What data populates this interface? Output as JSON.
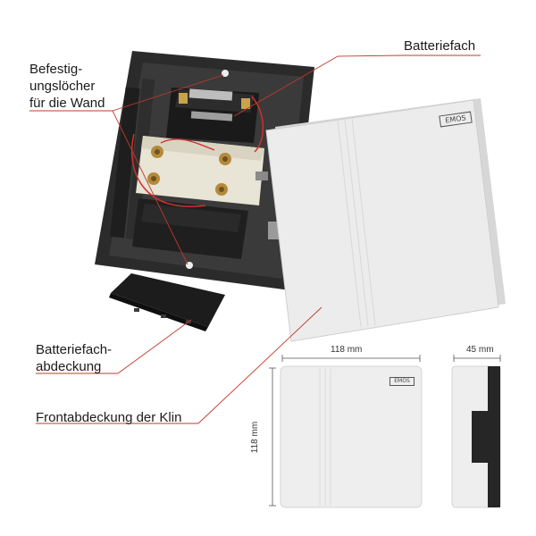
{
  "labels": {
    "battery_compartment": "Batteriefach",
    "mounting_holes": "Befestig-\nungslöcher\nfür die Wand",
    "battery_cover": "Batteriefach-\nabdeckung",
    "front_cover": "Frontabdeckung der Klin"
  },
  "dimensions": {
    "width": "118 mm",
    "height": "118 mm",
    "depth": "45 mm"
  },
  "brand": {
    "logo_large": "EMOS",
    "logo_small": "EMOS"
  },
  "colors": {
    "leader_line": "#c0392b",
    "base_black": "#2a2a2a",
    "cover_white": "#e9e9e9"
  }
}
